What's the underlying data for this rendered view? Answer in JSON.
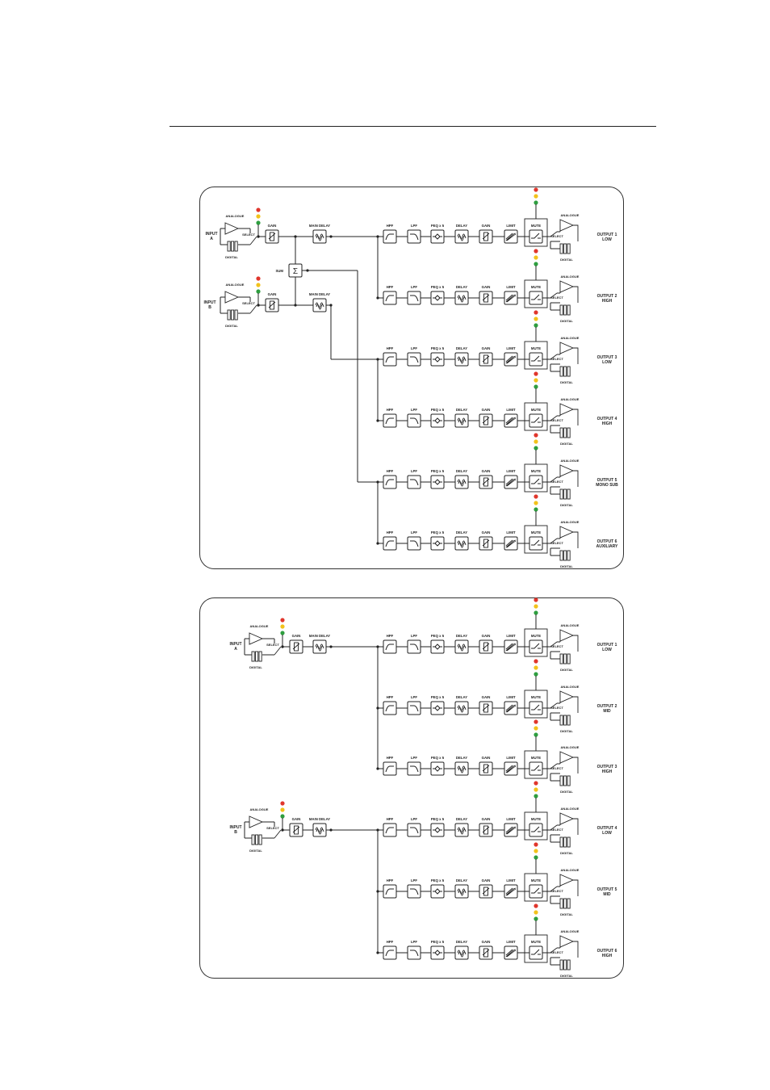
{
  "labels": {
    "analogue": "ANALOGUE",
    "digital": "DIGITAL",
    "select": "SELECT",
    "gain": "GAIN",
    "main_delay": "MAIN DELAY",
    "sum": "SUM",
    "sum_symbol": "Σ",
    "hpf": "HPF",
    "lpf": "LPF",
    "peq": "PEQ x 5",
    "delay": "DELAY",
    "limit": "LIMIT",
    "mute": "MUTE"
  },
  "colors": {
    "led_red": "#e0362c",
    "led_yellow": "#f2c21b",
    "led_green": "#2e9e3f",
    "line": "#222222"
  },
  "diagrams": [
    {
      "inputs": [
        {
          "line1": "INPUT",
          "line2": "A"
        },
        {
          "line1": "INPUT",
          "line2": "B"
        }
      ],
      "outputs": [
        {
          "line1": "OUTPUT 1",
          "line2": "LOW"
        },
        {
          "line1": "OUTPUT 2",
          "line2": "HIGH"
        },
        {
          "line1": "OUTPUT 3",
          "line2": "LOW"
        },
        {
          "line1": "OUTPUT 4",
          "line2": "HIGH"
        },
        {
          "line1": "OUTPUT 5",
          "line2": "MONO SUB"
        },
        {
          "line1": "OUTPUT 6",
          "line2": "AUXILIARY"
        }
      ]
    },
    {
      "inputs": [
        {
          "line1": "INPUT",
          "line2": "A"
        },
        {
          "line1": "INPUT",
          "line2": "B"
        }
      ],
      "outputs": [
        {
          "line1": "OUTPUT 1",
          "line2": "LOW"
        },
        {
          "line1": "OUTPUT 2",
          "line2": "MID"
        },
        {
          "line1": "OUTPUT 3",
          "line2": "HIGH"
        },
        {
          "line1": "OUTPUT 4",
          "line2": "LOW"
        },
        {
          "line1": "OUTPUT 5",
          "line2": "MID"
        },
        {
          "line1": "OUTPUT 6",
          "line2": "HIGH"
        }
      ]
    }
  ]
}
